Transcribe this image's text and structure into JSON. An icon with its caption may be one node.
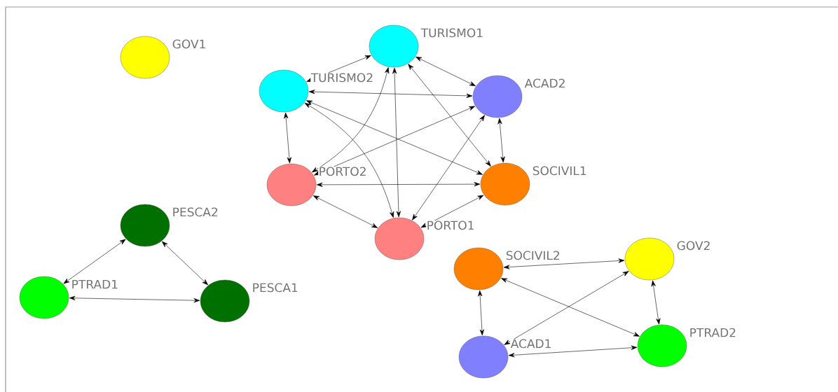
{
  "diagram": {
    "nodes": [
      {
        "text": [
          "GOV1"
        ]
      },
      {
        "text": [
          "TURISMO1"
        ]
      },
      {
        "text": [
          "TURISMO2"
        ]
      },
      {
        "text": [
          "ACAD2"
        ]
      },
      {
        "text": [
          "PORTO2"
        ]
      },
      {
        "text": [
          "SOCIVIL1"
        ]
      },
      {
        "text": [
          "PESCA2"
        ]
      },
      {
        "text": [
          "PORTO1"
        ]
      },
      {
        "text": [
          "SOCIVIL2"
        ]
      },
      {
        "text": [
          "GOV2"
        ]
      },
      {
        "text": [
          "PTRAD1"
        ]
      },
      {
        "text": [
          "PESCA1"
        ]
      },
      {
        "text": [
          "ACAD1"
        ]
      },
      {
        "text": [
          "PTRAD2"
        ]
      }
    ],
    "edges": [
      {
        "from": 1,
        "to": 2,
        "arrow": "both"
      },
      {
        "from": 1,
        "to": 3,
        "arrow": "both"
      },
      {
        "from": 1,
        "to": 4,
        "arrow": "both"
      },
      {
        "from": 1,
        "to": 7,
        "arrow": "both"
      },
      {
        "from": 1,
        "to": 5,
        "arrow": "both"
      },
      {
        "from": 2,
        "to": 3,
        "arrow": "both"
      },
      {
        "from": 2,
        "to": 4,
        "arrow": "both"
      },
      {
        "from": 2,
        "to": 7,
        "arrow": "both"
      },
      {
        "from": 2,
        "to": 5,
        "arrow": "both"
      },
      {
        "from": 3,
        "to": 4,
        "arrow": "both"
      },
      {
        "from": 3,
        "to": 7,
        "arrow": "both"
      },
      {
        "from": 3,
        "to": 5,
        "arrow": "both"
      },
      {
        "from": 4,
        "to": 5,
        "arrow": "both"
      },
      {
        "from": 4,
        "to": 7,
        "arrow": "both"
      },
      {
        "from": 7,
        "to": 5,
        "arrow": "both"
      },
      {
        "from": 10,
        "to": 6,
        "arrow": "both"
      },
      {
        "from": 6,
        "to": 11,
        "arrow": "both"
      },
      {
        "from": 10,
        "to": 11,
        "arrow": "both"
      },
      {
        "from": 8,
        "to": 9,
        "arrow": "both"
      },
      {
        "from": 8,
        "to": 12,
        "arrow": "both"
      },
      {
        "from": 8,
        "to": 13,
        "arrow": "both"
      },
      {
        "from": 12,
        "to": 9,
        "arrow": "both"
      },
      {
        "from": 12,
        "to": 13,
        "arrow": "both"
      },
      {
        "from": 9,
        "to": 13,
        "arrow": "both"
      }
    ]
  }
}
